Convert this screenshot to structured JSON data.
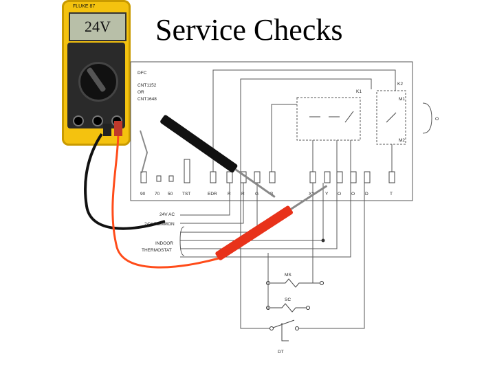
{
  "title": "Service Checks",
  "meter": {
    "reading": "24V",
    "brand": "FLUKE 87"
  },
  "diagram": {
    "header_labels": [
      "DFC",
      "CNT1152",
      "OR",
      "CNT1648"
    ],
    "component_labels": {
      "k1": "K1",
      "k2": "K2",
      "m1": "M1",
      "m2": "M2",
      "o": "O",
      "ms": "MS",
      "sc": "SC",
      "dt": "DT"
    },
    "terminal_labels": [
      "90",
      "70",
      "50",
      "TST",
      "EDR",
      "R",
      "R",
      "G",
      "B",
      "X2",
      "Y",
      "O",
      "O",
      "D",
      "T"
    ],
    "side_labels": [
      "24V AC",
      "24V COMMON",
      "INDOOR",
      "THERMOSTAT"
    ]
  }
}
